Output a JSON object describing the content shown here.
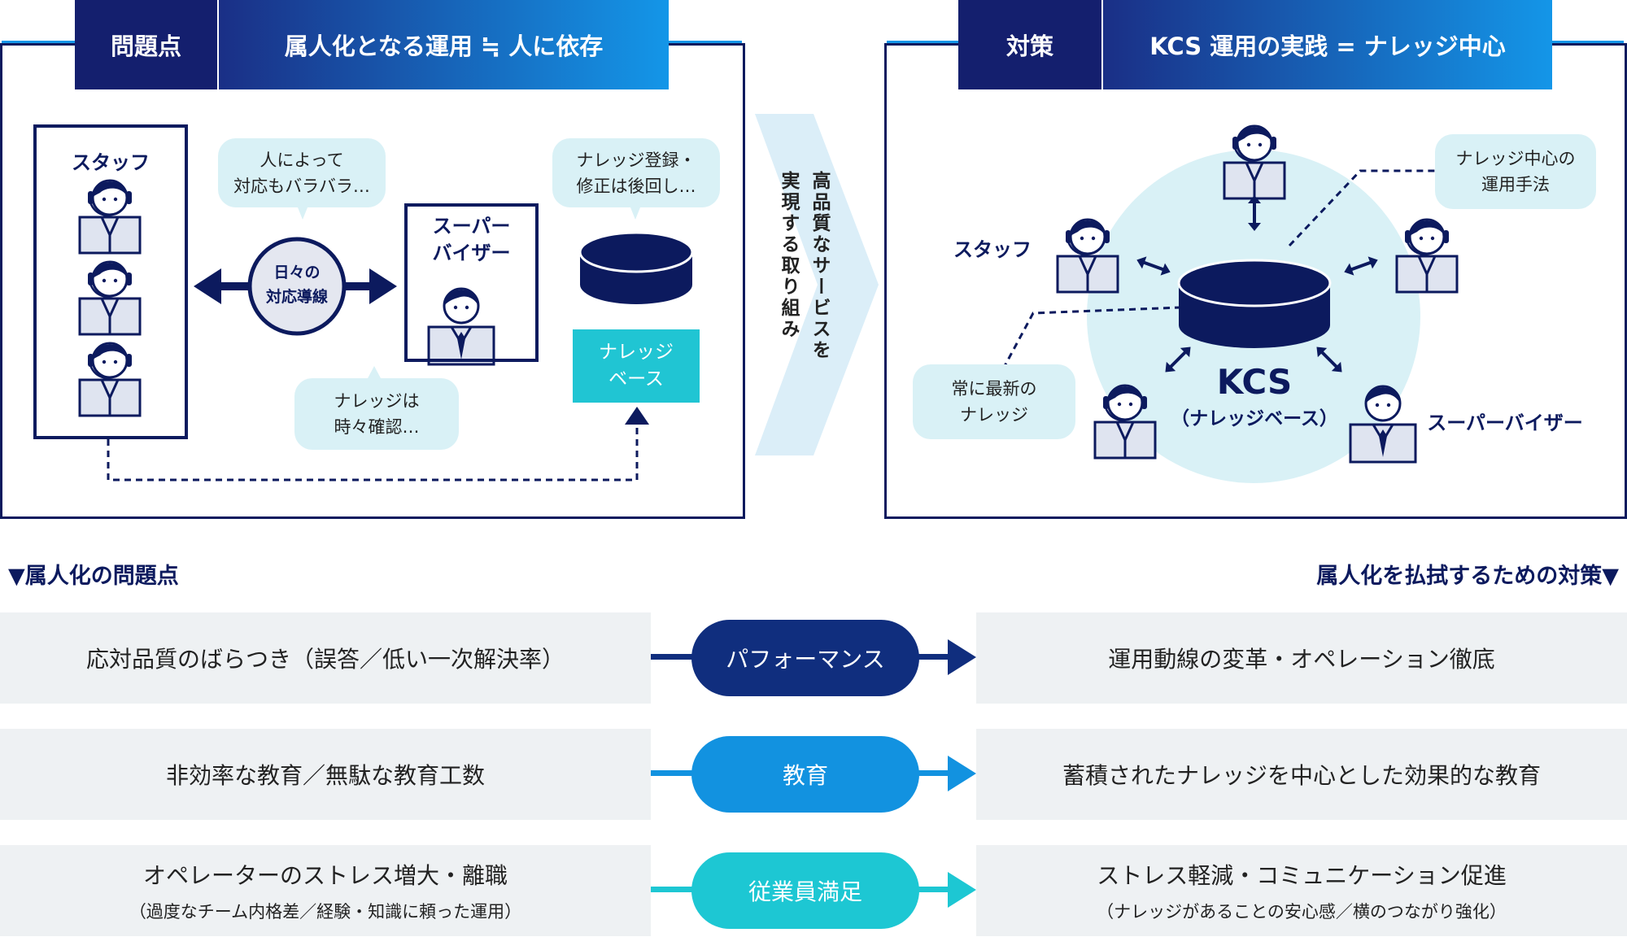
{
  "left_panel": {
    "tag": "問題点",
    "title": "属人化となる運用 ≒ 人に依存",
    "staff_label": "スタッフ",
    "bubble_staff": [
      "人によって",
      "対応もバラバラ…"
    ],
    "hub_label": [
      "日々の",
      "対応導線"
    ],
    "supervisor_label": [
      "スーパー",
      "バイザー"
    ],
    "bubble_register": [
      "ナレッジ登録・",
      "修正は後回し…"
    ],
    "knowledge_base_label": [
      "ナレッジ",
      "ベース"
    ],
    "bubble_check": [
      "ナレッジは",
      "時々確認…"
    ]
  },
  "middle_arrow_text": [
    "高品質なサービスを",
    "実現する取り組み"
  ],
  "right_panel": {
    "tag": "対策",
    "title": "KCS 運用の実践 = ナレッジ中心",
    "staff_label": "スタッフ",
    "bubble_method": [
      "ナレッジ中心の",
      "運用手法"
    ],
    "bubble_latest": [
      "常に最新の",
      "ナレッジ"
    ],
    "kcs_title": "KCS",
    "kcs_subtitle": "（ナレッジベース）",
    "supervisor_label": "スーパーバイザー"
  },
  "section_left_title": "▼属人化の問題点",
  "section_right_title": "属人化を払拭するための対策▼",
  "rows": [
    {
      "problem": "応対品質のばらつき（誤答／低い一次解決率）",
      "problem_sub": "",
      "category": "パフォーマンス",
      "solution": "運用動線の変革・オペレーション徹底",
      "solution_sub": ""
    },
    {
      "problem": "非効率な教育／無駄な教育工数",
      "problem_sub": "",
      "category": "教育",
      "solution": "蓄積されたナレッジを中心とした効果的な教育",
      "solution_sub": ""
    },
    {
      "problem": "オペレーターのストレス増大・離職",
      "problem_sub": "（過度なチーム内格差／経験・知識に頼った運用）",
      "category": "従業員満足",
      "solution": "ストレス軽減・コミュニケーション促進",
      "solution_sub": "（ナレッジがあることの安心感／横のつながり強化）"
    }
  ],
  "colors": {
    "navy": "#0c1a5e",
    "row1": "#102e7e",
    "row2": "#1292e0",
    "row3": "#1dc7d3",
    "teal": "#20c5d3",
    "bubble": "#d9f1f6",
    "gray_box": "#eef1f3"
  },
  "icons": [
    "headset-operator-icon",
    "supervisor-tie-icon",
    "database-disk-icon",
    "double-arrow-icon",
    "triangle-arrow-icon"
  ]
}
